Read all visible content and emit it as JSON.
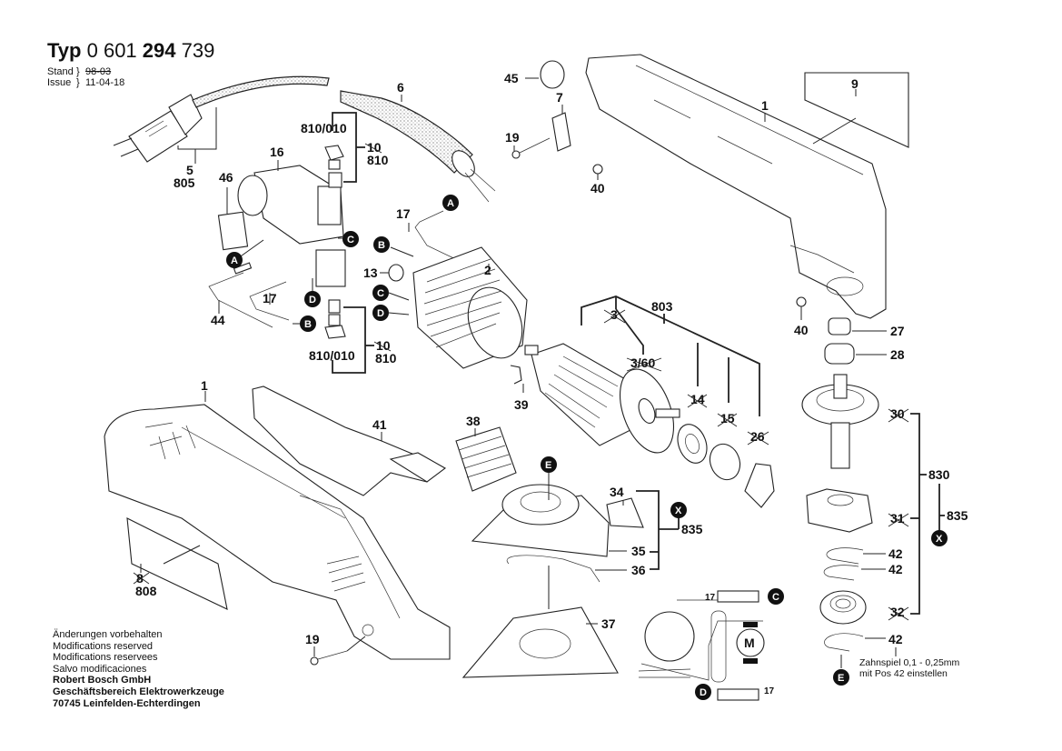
{
  "header": {
    "type_prefix": "Typ",
    "type_part1": "0 601",
    "type_part2": "294",
    "type_part3": "739",
    "stand_label": "Stand",
    "issue_label": "Issue",
    "stand_value": "98-03",
    "issue_value": "11-04-18"
  },
  "footer": {
    "lines": [
      "Änderungen vorbehalten",
      "Modifications reserved",
      "Modifications reservees",
      "Salvo modificaciones"
    ],
    "company": "Robert Bosch GmbH",
    "division": "Geschäftsbereich Elektrowerkzeuge",
    "address": "70745 Leinfelden-Echterdingen"
  },
  "note": {
    "line1": "Zahnspiel 0,1 - 0,25mm",
    "line2": "mit Pos 42 einstellen"
  },
  "parts": {
    "p1a": "1",
    "p1b": "1",
    "p2": "2",
    "p3": "3",
    "p3_60": "3/60",
    "p5": "5",
    "p6": "6",
    "p7": "7",
    "p8": "8",
    "p9": "9",
    "p10a": "10",
    "p10b": "10",
    "p13": "13",
    "p14": "14",
    "p15": "15",
    "p16": "16",
    "p17a": "17",
    "p17b": "17",
    "p17c": "17",
    "p17d": "17",
    "p19a": "19",
    "p19b": "19",
    "p26": "26",
    "p27": "27",
    "p28": "28",
    "p30": "30",
    "p31": "31",
    "p32": "32",
    "p34": "34",
    "p35": "35",
    "p36": "36",
    "p37": "37",
    "p38": "38",
    "p39": "39",
    "p40a": "40",
    "p40b": "40",
    "p41": "41",
    "p42a": "42",
    "p42b": "42",
    "p42c": "42",
    "p44": "44",
    "p45": "45",
    "p46": "46",
    "p803": "803",
    "p805": "805",
    "p808": "808",
    "p810a": "810",
    "p810b": "810",
    "p810_010a": "810/010",
    "p810_010b": "810/010",
    "p830": "830",
    "p835a": "835",
    "p835b": "835",
    "motor": "M"
  },
  "connectors": {
    "A": "A",
    "B": "B",
    "C": "C",
    "D": "D",
    "E": "E",
    "X": "X"
  }
}
